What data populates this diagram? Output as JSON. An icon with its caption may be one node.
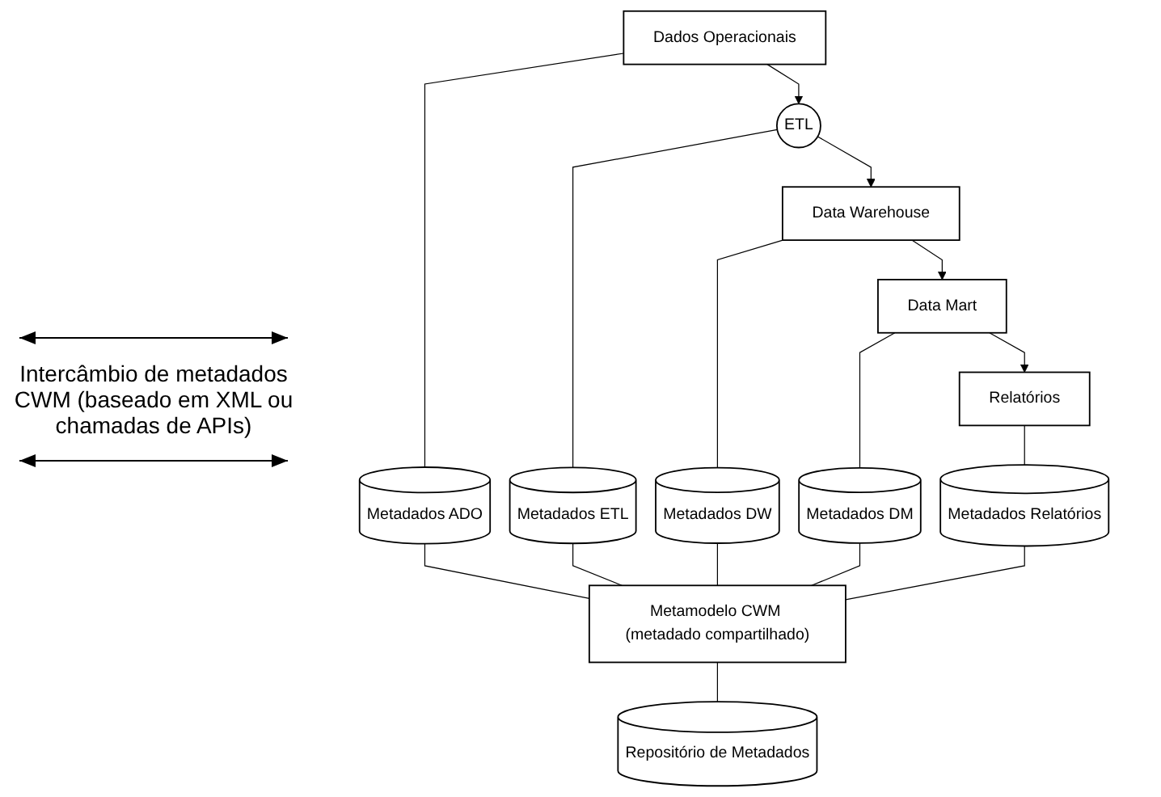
{
  "diagram": {
    "nodes": [
      {
        "text": [
          "Dados Operacionais"
        ]
      },
      {
        "text": [
          "ETL"
        ]
      },
      {
        "text": [
          "Data Warehouse"
        ]
      },
      {
        "text": [
          "Data Mart"
        ]
      },
      {
        "text": [
          "Relatórios"
        ]
      },
      {
        "text": [
          "Metadados ADO"
        ]
      },
      {
        "text": [
          "Metadados ETL"
        ]
      },
      {
        "text": [
          "Metadados DW"
        ]
      },
      {
        "text": [
          "Metadados DM"
        ]
      },
      {
        "text": [
          "Metadados Relatórios"
        ]
      },
      {
        "text": [
          "Metamodelo CWM (metadado compartilhado)"
        ]
      },
      {
        "text": [
          "Repositório de Metadados"
        ]
      }
    ],
    "edges": [
      {
        "from": 0,
        "to": 1,
        "arrow": "to"
      },
      {
        "from": 1,
        "to": 2,
        "arrow": "to"
      },
      {
        "from": 2,
        "to": 3,
        "arrow": "to"
      },
      {
        "from": 3,
        "to": 4,
        "arrow": "to"
      },
      {
        "from": 0,
        "to": 5,
        "arrow": "none"
      },
      {
        "from": 1,
        "to": 6,
        "arrow": "none"
      },
      {
        "from": 2,
        "to": 7,
        "arrow": "none"
      },
      {
        "from": 3,
        "to": 8,
        "arrow": "none"
      },
      {
        "from": 4,
        "to": 9,
        "arrow": "none"
      },
      {
        "from": 5,
        "to": 10,
        "arrow": "none"
      },
      {
        "from": 6,
        "to": 10,
        "arrow": "none"
      },
      {
        "from": 7,
        "to": 10,
        "arrow": "none"
      },
      {
        "from": 8,
        "to": 10,
        "arrow": "none"
      },
      {
        "from": 9,
        "to": 10,
        "arrow": "none"
      },
      {
        "from": 10,
        "to": 11,
        "arrow": "none"
      }
    ],
    "labels": [
      "Intercâmbio de metadados CWM (baseado em XML ou chamadas de APIs)"
    ]
  }
}
